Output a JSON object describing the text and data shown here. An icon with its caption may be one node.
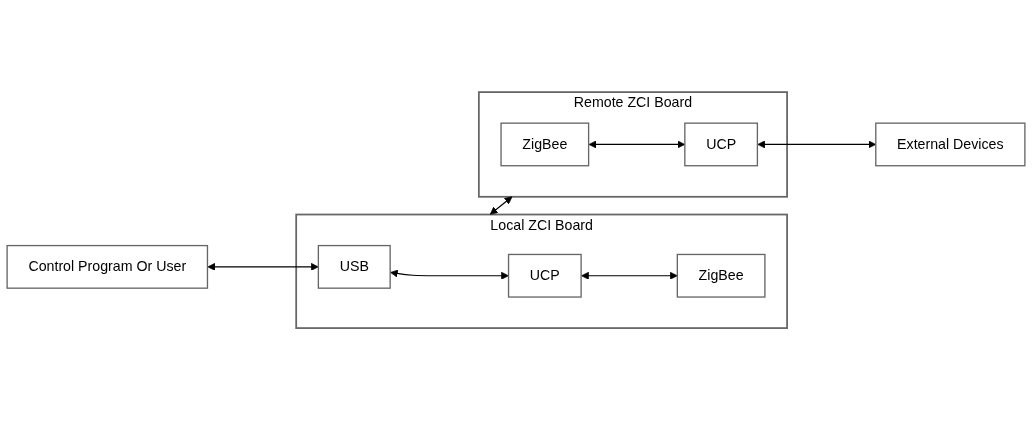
{
  "diagram": {
    "nodes": [
      {
        "text": [
          "Control Program Or User"
        ]
      },
      {
        "text": [
          "Local ZCI Board"
        ]
      },
      {
        "text": [
          "USB"
        ],
        "in": 1
      },
      {
        "text": [
          "UCP"
        ],
        "in": 1
      },
      {
        "text": [
          "ZigBee"
        ],
        "in": 1
      },
      {
        "text": [
          "Remote ZCI Board"
        ]
      },
      {
        "text": [
          "ZigBee"
        ],
        "in": 5
      },
      {
        "text": [
          "UCP"
        ],
        "in": 5
      },
      {
        "text": [
          "External Devices"
        ]
      }
    ],
    "edges": [
      {
        "from": 0,
        "to": 2,
        "arrow": "both"
      },
      {
        "from": 2,
        "to": 3,
        "arrow": "both"
      },
      {
        "from": 3,
        "to": 4,
        "arrow": "both"
      },
      {
        "from": 1,
        "to": 5,
        "arrow": "both"
      },
      {
        "from": 6,
        "to": 7,
        "arrow": "both"
      },
      {
        "from": 7,
        "to": 8,
        "arrow": "both"
      }
    ]
  }
}
